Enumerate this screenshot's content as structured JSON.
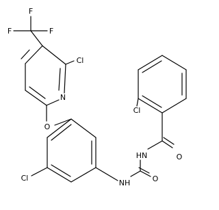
{
  "molecule": {
    "atoms": {
      "f1": "F",
      "f2": "F",
      "f3": "F",
      "cl_pyridine": "Cl",
      "n_pyridine": "N",
      "o_ether": "O",
      "cl_aryl": "Cl",
      "nh_aryl": "NH",
      "o_urea": "O",
      "nh_imide": "HN",
      "o_benzoyl": "O",
      "cl_benzoyl": "Cl"
    }
  }
}
